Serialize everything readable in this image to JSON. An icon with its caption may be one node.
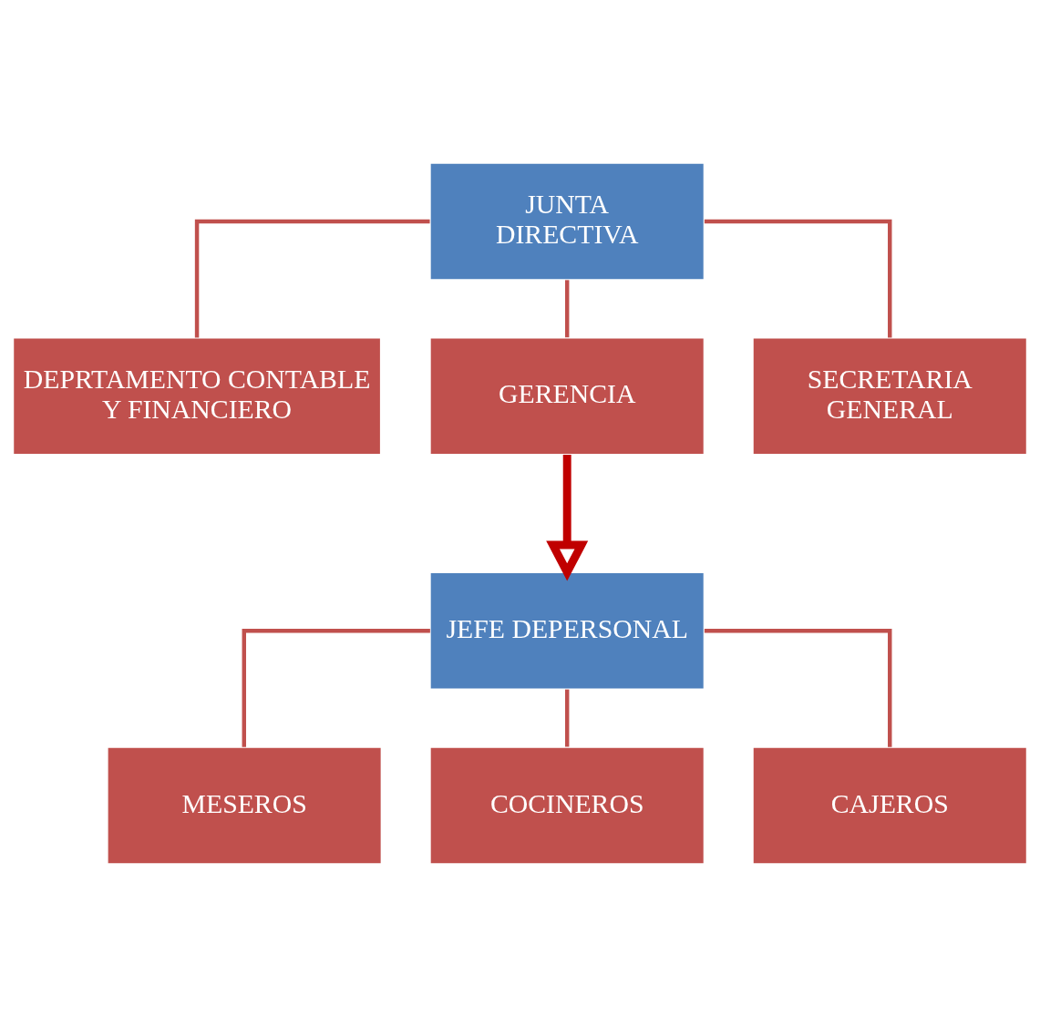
{
  "diagram": {
    "nodes": [
      {
        "text": [
          "JUNTA DIRECTIVA"
        ]
      },
      {
        "text": [
          "DEPRTAMENTO CONTABLE Y FINANCIERO"
        ]
      },
      {
        "text": [
          "GERENCIA"
        ]
      },
      {
        "text": [
          "SECRETARIA GENERAL"
        ]
      },
      {
        "text": [
          "JEFE DEPERSONAL"
        ]
      },
      {
        "text": [
          "MESEROS"
        ]
      },
      {
        "text": [
          "COCINEROS"
        ]
      },
      {
        "text": [
          "CAJEROS"
        ]
      }
    ],
    "edges": [
      {
        "from": 0,
        "to": 1,
        "arrow": "none"
      },
      {
        "from": 0,
        "to": 2,
        "arrow": "none"
      },
      {
        "from": 0,
        "to": 3,
        "arrow": "none"
      },
      {
        "from": 2,
        "to": 4,
        "arrow": "to",
        "style": "thick",
        "color": "#c00000"
      },
      {
        "from": 4,
        "to": 5,
        "arrow": "none"
      },
      {
        "from": 4,
        "to": 6,
        "arrow": "none"
      },
      {
        "from": 4,
        "to": 7,
        "arrow": "none"
      }
    ]
  }
}
